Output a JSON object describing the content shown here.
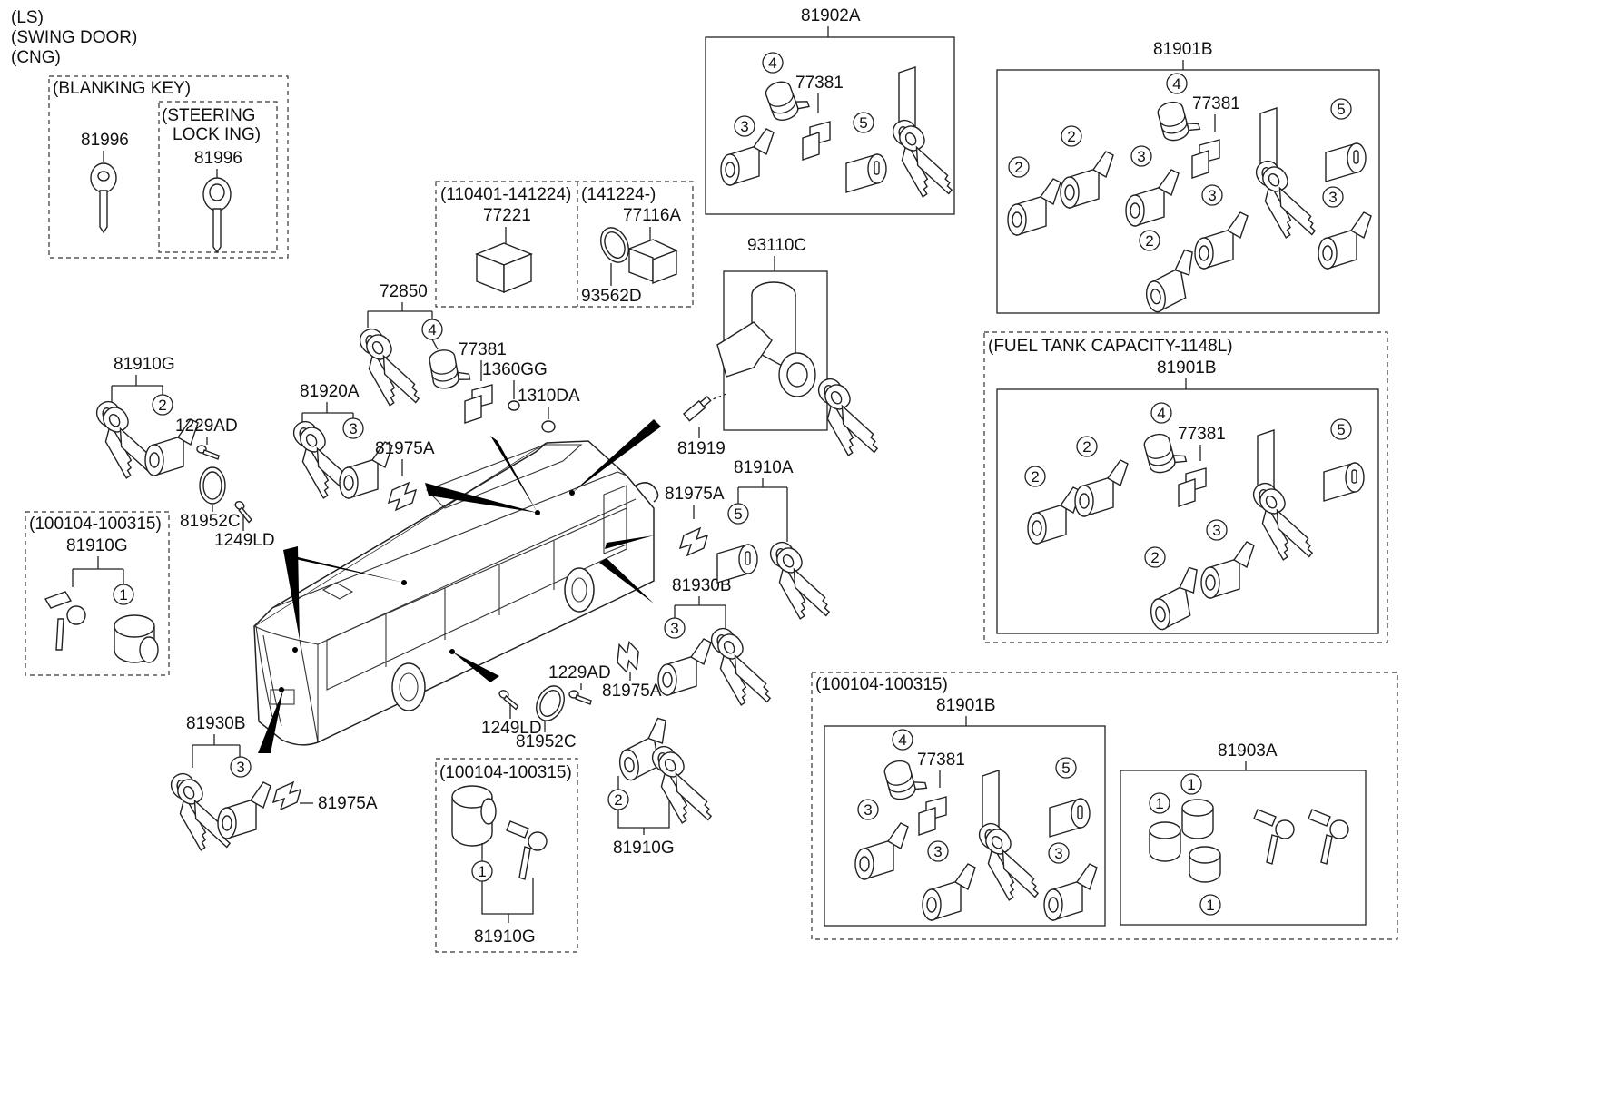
{
  "header_notes": [
    "(LS)",
    "(SWING DOOR)",
    "(CNG)"
  ],
  "labels": {
    "blanking_key": "(BLANKING KEY)",
    "steering_lock_1": "(STEERING",
    "steering_lock_2": "LOCK  ING)",
    "key_81996_a": "81996",
    "key_81996_b": "81996",
    "range_110401": "(110401-141224)",
    "range_141224": "(141224-)",
    "p77221": "77221",
    "p77116A": "77116A",
    "p93562D": "93562D",
    "p72850": "72850",
    "p77381_main": "77381",
    "p1360GG": "1360GG",
    "p1310DA": "1310DA",
    "p81920A": "81920A",
    "p81975A_top": "81975A",
    "p81910G_left": "81910G",
    "p1229AD_left": "1229AD",
    "p81952C_left": "81952C",
    "p1249LD_left": "1249LD",
    "range_100104_left": "(100104-100315)",
    "p81910G_left_box": "81910G",
    "p81930B_left": "81930B",
    "p81975A_bottom_left": "81975A",
    "range_100104_bottom": "(100104-100315)",
    "p81910G_bottom_box": "81910G",
    "p1229AD_bottom": "1229AD",
    "p1249LD_bottom": "1249LD",
    "p81952C_bottom": "81952C",
    "p81975A_mid": "81975A",
    "p81910G_bottom": "81910G",
    "p81930B_right": "81930B",
    "p81910A": "81910A",
    "p81975A_right": "81975A",
    "p81919": "81919",
    "p93110C": "93110C",
    "p81902A": "81902A",
    "p77381_81902A": "77381",
    "p81901B_top": "81901B",
    "p77381_81901B_top": "77381",
    "fuel_tank": "(FUEL TANK CAPACITY-1148L)",
    "p81901B_fuel": "81901B",
    "p77381_fuel": "77381",
    "range_100104_right": "(100104-100315)",
    "p81901B_bottom": "81901B",
    "p77381_bottom": "77381",
    "p81903A": "81903A"
  },
  "callouts": {
    "c1": "1",
    "c2": "2",
    "c3": "3",
    "c4": "4",
    "c5": "5"
  }
}
